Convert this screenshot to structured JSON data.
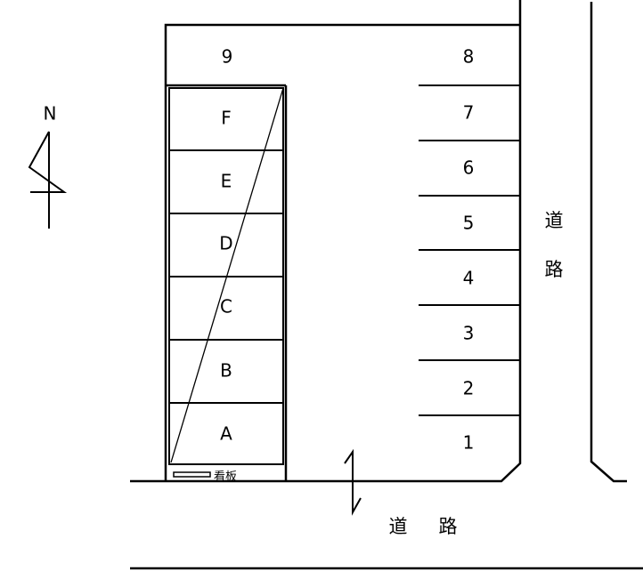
{
  "north_label": "N",
  "lot": {
    "slot_9": "9",
    "left_slots": [
      "F",
      "E",
      "D",
      "C",
      "B",
      "A"
    ],
    "right_slots": [
      "8",
      "7",
      "6",
      "5",
      "4",
      "3",
      "2",
      "1"
    ],
    "signboard": "看板"
  },
  "roads": {
    "east_road": [
      "道",
      "路"
    ],
    "south_road": [
      "道",
      "路"
    ]
  }
}
